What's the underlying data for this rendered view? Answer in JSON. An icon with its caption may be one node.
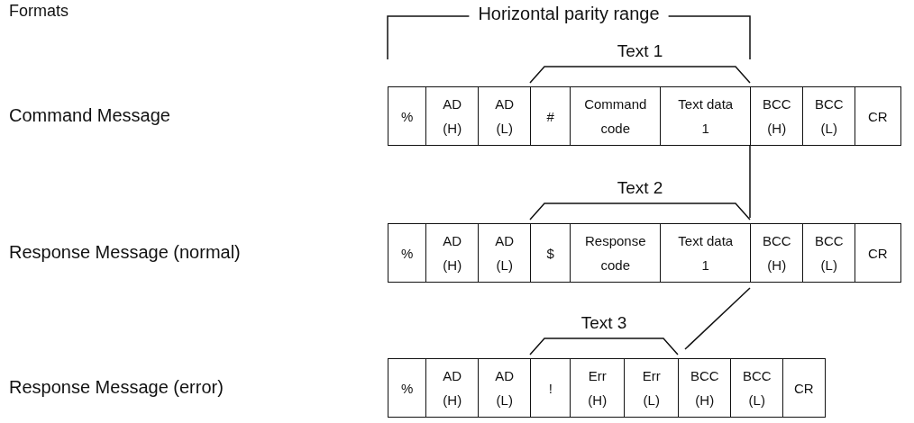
{
  "diagram": {
    "title": "Formats",
    "labels": [
      "Horizontal parity range",
      "Text 1",
      "Command Message",
      "%",
      "AD (H)",
      "AD (L)",
      "#",
      "Command code",
      "Text data 1",
      "BCC (H)",
      "BCC (L)",
      "CR",
      "Text 2",
      "Response Message (normal)",
      "%",
      "AD (H)",
      "AD (L)",
      "$",
      "Response code",
      "Text data 1",
      "BCC (H)",
      "BCC (L)",
      "CR",
      "Text 3",
      "Response Message (error)",
      "%",
      "AD (H)",
      "AD (L)",
      "!",
      "Err (H)",
      "Err (L)",
      "BCC (H)",
      "BCC (L)",
      "CR"
    ]
  }
}
